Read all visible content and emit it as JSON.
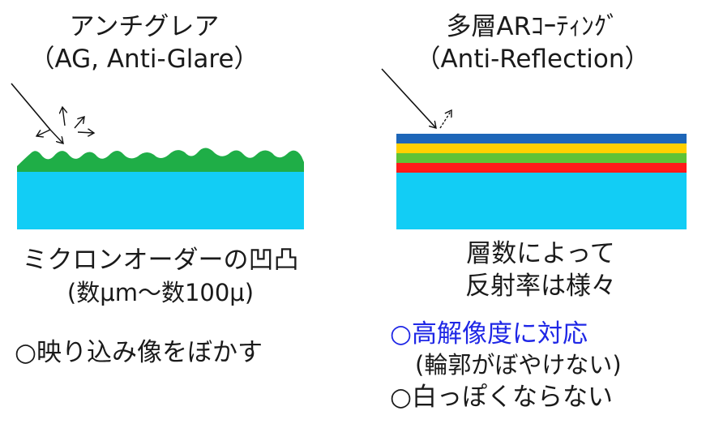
{
  "left": {
    "title_line1": "アンチグレア",
    "title_line2": "（AG, Anti-Glare）",
    "caption_line1": "ミクロンオーダーの凹凸",
    "caption_line2": "(数μm～数100μ)",
    "feature": "○映り込み像をぼかす"
  },
  "right": {
    "title_line1": "多層ARｺｰﾃｨﾝｸﾞ",
    "title_line2": "（Anti-Reflection）",
    "caption_line1": "層数によって",
    "caption_line2": "反射率は様々",
    "feature1": "○高解像度に対応",
    "feature1_note": "(輪郭がぼやけない)",
    "feature2": "○白っぽくならない"
  },
  "colors": {
    "substrate": "#12cdf5",
    "ag_layer": "#1fae47",
    "ar_blue": "#1d66b8",
    "ar_yellow": "#ffd000",
    "ar_green": "#5ec236",
    "ar_red": "#ff1a1a",
    "highlight_text": "#1f27e6"
  }
}
